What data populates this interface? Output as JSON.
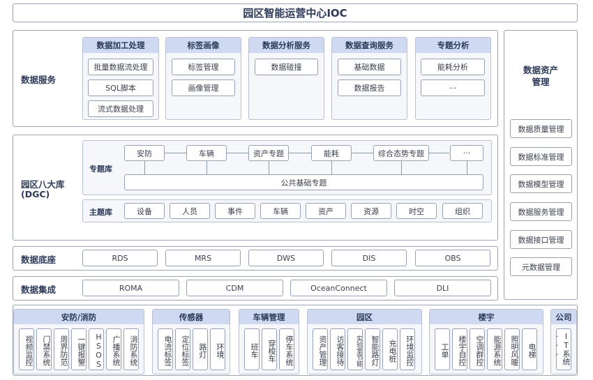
{
  "title": "园区智能运营中心IOC",
  "data_services": {
    "label": "数据服务",
    "groups": [
      {
        "header": "数据加工处理",
        "items": [
          "批量数据流处理",
          "SQL脚本",
          "流式数据处理"
        ]
      },
      {
        "header": "标签画像",
        "items": [
          "标签管理",
          "画像管理"
        ]
      },
      {
        "header": "数据分析服务",
        "items": [
          "数据碰撞"
        ]
      },
      {
        "header": "数据查询服务",
        "items": [
          "基础数据",
          "数据报告"
        ]
      },
      {
        "header": "专题分析",
        "items": [
          "能耗分析",
          "···"
        ]
      }
    ]
  },
  "asset_mgmt": {
    "title_line1": "数据资产",
    "title_line2": "管理",
    "items": [
      "数据质量管理",
      "数据标准管理",
      "数据模型管理",
      "数据服务管理",
      "数据接口管理",
      "元数据管理"
    ]
  },
  "dgc": {
    "label_line1": "园区八大库",
    "label_line2": "(DGC)",
    "topic_label": "专题库",
    "topics": [
      "安防",
      "车辆",
      "资产专题",
      "能耗",
      "综合态势专题",
      "···"
    ],
    "public_topic": "公共基础专题",
    "subject_label": "主题库",
    "subjects": [
      "设备",
      "人员",
      "事件",
      "车辆",
      "资产",
      "资源",
      "时空",
      "组织"
    ]
  },
  "base": {
    "label": "数据底座",
    "items": [
      "RDS",
      "MRS",
      "DWS",
      "DIS",
      "OBS"
    ]
  },
  "integration": {
    "label": "数据集成",
    "items": [
      "ROMA",
      "CDM",
      "OceanConnect",
      "DLI"
    ]
  },
  "sources": [
    {
      "header": "安防/消防",
      "items": [
        "视频监控",
        "门禁系统",
        "周界防范",
        "一键报警",
        "HSOS",
        "广播系统",
        "消防系统"
      ]
    },
    {
      "header": "传感器",
      "items": [
        "电流标签",
        "定位标签",
        "路灯",
        "环境"
      ]
    },
    {
      "header": "车辆管理",
      "items": [
        "班车",
        "穿梭车",
        "停车系统"
      ]
    },
    {
      "header": "园区",
      "items": [
        "资产管理",
        "访客接待",
        "实验室节能",
        "智能路灯",
        "充电桩",
        "环境监控"
      ]
    },
    {
      "header": "楼宇",
      "items": [
        "工单",
        "楼宇自控",
        "空调群控",
        "能源系统",
        "照明风暖",
        "电梯"
      ]
    },
    {
      "header": "公司",
      "items": [
        "IT系统···"
      ]
    }
  ]
}
